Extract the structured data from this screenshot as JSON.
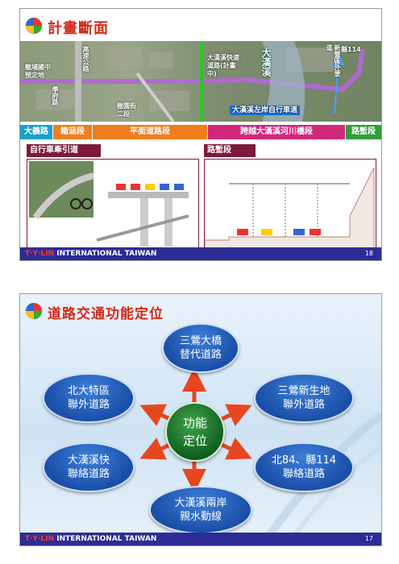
{
  "slide1": {
    "title": "計畫斷面",
    "map_labels": {
      "school": "龍埔國中預定地",
      "freeway": "高速公路",
      "xueyuan": "學府路",
      "shuteng": "樹園街二段",
      "expressway": "大漢溪快速道路(計畫中)",
      "river": "大漢溪",
      "xinying": "新營區外便道",
      "county": "縣114",
      "bikeway": "大漢溪左岸自行車道"
    },
    "segments": [
      {
        "label": "大義路",
        "color": "#1aa0c8"
      },
      {
        "label": "箱涵段",
        "color": "#f07d1e"
      },
      {
        "label": "平面道路段",
        "color": "#f07d1e"
      },
      {
        "label": "跨越大漢溪河川橋段",
        "color": "#d2287a"
      },
      {
        "label": "路塹段",
        "color": "#2f9e3a"
      }
    ],
    "panel_left_title": "自行車牽引道",
    "panel_right_title": "路塹段",
    "page": "18"
  },
  "slide2": {
    "title": "道路交通功能定位",
    "center": [
      "功能",
      "定位"
    ],
    "nodes": {
      "top": [
        "三鶯大橋",
        "替代道路"
      ],
      "upper_left": [
        "北大特區",
        "聯外道路"
      ],
      "upper_right": [
        "三鶯新生地",
        "聯外道路"
      ],
      "lower_left": [
        "大漢溪快",
        "聯絡道路"
      ],
      "lower_right": [
        "北84、縣114",
        "聯絡道路"
      ],
      "bottom": [
        "大漢溪兩岸",
        "親水動線"
      ]
    },
    "page": "17"
  },
  "footer": {
    "brand_red": "T·Y·LIN",
    "brand_rest": "INTERNATIONAL TAIWAN"
  },
  "colors": {
    "title": "#d22a1a",
    "footer": "#2c2c96",
    "node": "#1a4fa8",
    "center": "#1f7a2e",
    "arrow": "#e8461e"
  }
}
